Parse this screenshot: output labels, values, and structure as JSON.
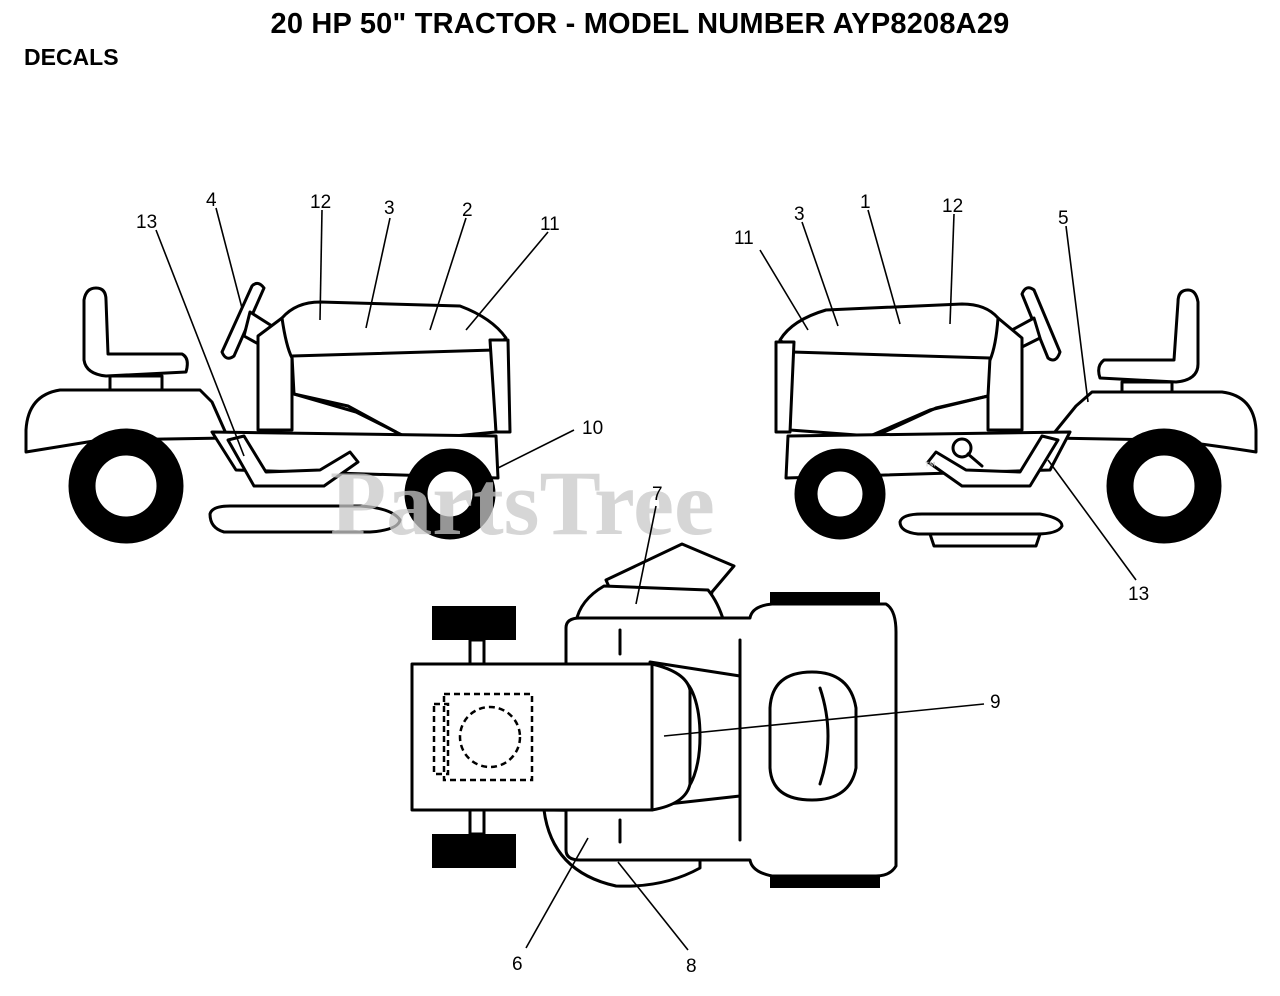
{
  "header": {
    "title": "20 HP 50\" TRACTOR - MODEL NUMBER AYP8208A29",
    "section": "DECALS"
  },
  "watermark": {
    "text": "PartsTree",
    "mark": "™"
  },
  "callouts": {
    "left_view": [
      "13",
      "4",
      "12",
      "3",
      "2",
      "11",
      "10"
    ],
    "right_view": [
      "11",
      "3",
      "1",
      "12",
      "5",
      "13"
    ],
    "top_view": [
      "7",
      "9",
      "6",
      "8"
    ]
  }
}
